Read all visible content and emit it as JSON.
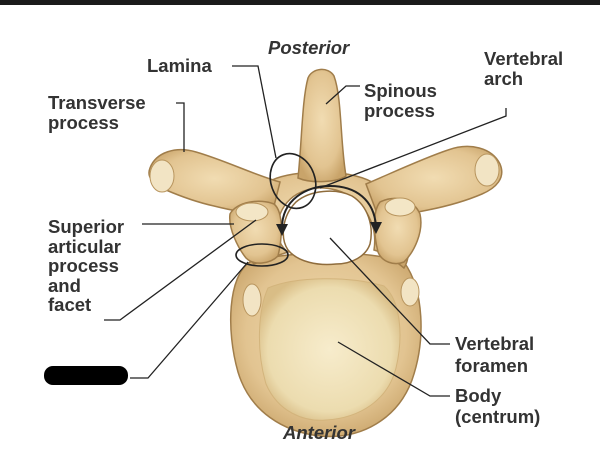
{
  "labels": {
    "posterior": "Posterior",
    "anterior": "Anterior",
    "lamina": "Lamina",
    "transverse_process": "Transverse\nprocess",
    "spinous_process": "Spinous\nprocess",
    "vertebral_arch": "Vertebral\narch",
    "superior_articular": "Superior\narticular\nprocess\nand\nfacet",
    "vertebral_foramen": "Vertebral\nforamen",
    "body": "Body\n(centrum)"
  },
  "colors": {
    "bone": "#e8cfa0",
    "bone_dark": "#c9a46a",
    "body_fill": "#f2e6c2",
    "outline": "#a07d4a",
    "leader": "#222222"
  }
}
